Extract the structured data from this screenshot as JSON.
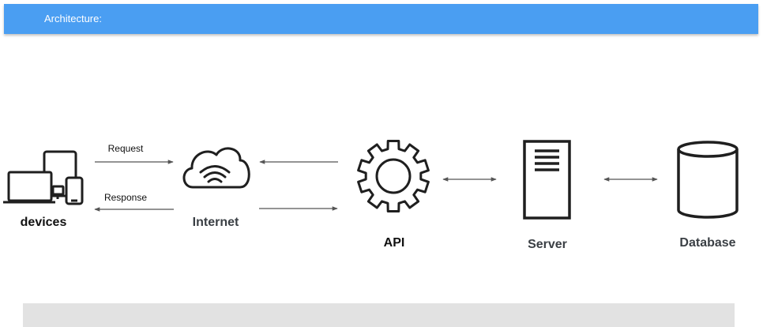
{
  "header": {
    "title": "Architecture:",
    "color": "#4a9ef2"
  },
  "nodes": {
    "devices": {
      "label": "devices",
      "icon": "devices-icon"
    },
    "internet": {
      "label": "Internet",
      "icon": "cloud-wifi-icon"
    },
    "api": {
      "label": "API",
      "icon": "gear-icon"
    },
    "server": {
      "label": "Server",
      "icon": "server-icon"
    },
    "database": {
      "label": "Database",
      "icon": "database-icon"
    }
  },
  "edges": {
    "request_label": "Request",
    "response_label": "Response"
  },
  "colors": {
    "icon": "#1f1f1f",
    "arrow": "#555555",
    "label_dark": "#111111",
    "label_muted": "#3a3f44",
    "bottom_panel": "#e2e2e2"
  }
}
